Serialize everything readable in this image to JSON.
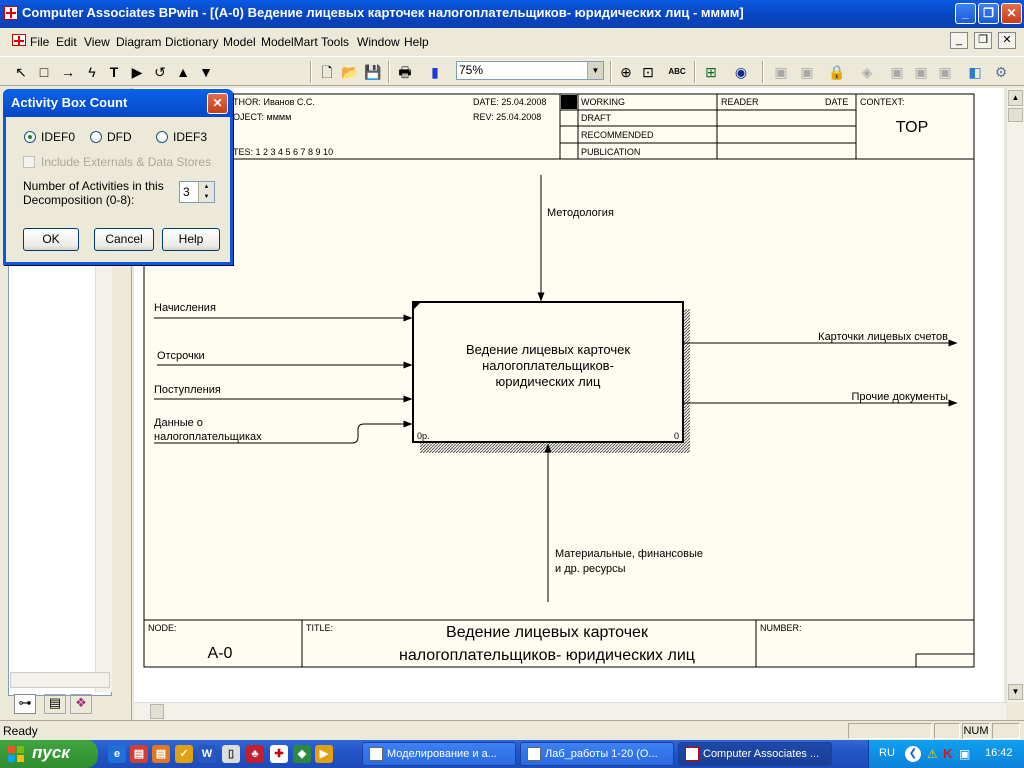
{
  "window": {
    "title": "Computer Associates BPwin - [(A-0) Ведение лицевых карточек налогоплательщиков- юридических лиц  - мммм]",
    "min_glyph": "_",
    "max_glyph": "❐",
    "close_glyph": "✕"
  },
  "menu": [
    "File",
    "Edit",
    "View",
    "Diagram",
    "Dictionary",
    "Model",
    "ModelMart",
    "Tools",
    "Window",
    "Help"
  ],
  "mdi": {
    "min_glyph": "_",
    "max_glyph": "❐",
    "close_glyph": "✕"
  },
  "toolbar": {
    "zoom": "75%",
    "tools": {
      "pointer": "↖",
      "box": "□",
      "arrow": "→",
      "squiggle": "ϟ",
      "text": "T",
      "play": "▶",
      "undo": "↺",
      "up": "▲",
      "down": "▼",
      "new": "🗋",
      "open": "📂",
      "save": "💾",
      "print": "🖶",
      "color": "▮",
      "zoomin": "⊕",
      "zoomfit": "⊡",
      "spell": "ABC",
      "explorer": "⊞",
      "model": "◉"
    }
  },
  "dialog": {
    "title": "Activity Box Count",
    "options": {
      "idef0": "IDEF0",
      "dfd": "DFD",
      "idef3": "IDEF3"
    },
    "selected": "IDEF0",
    "include_label": "Include Externals & Data Stores",
    "count_label_1": "Number of Activities in this",
    "count_label_2": "Decomposition (0-8):",
    "count_value": "3",
    "ok": "OK",
    "cancel": "Cancel",
    "help": "Help"
  },
  "diagram": {
    "header": {
      "author": "THOR:  Иванов С.С.",
      "project": "OJECT:  мммм",
      "notes": "TES:  1  2  3  4  5  6  7  8  9  10",
      "date": "DATE: 25.04.2008",
      "rev": "REV:   25.04.2008",
      "status": [
        "WORKING",
        "DRAFT",
        "RECOMMENDED",
        "PUBLICATION"
      ],
      "reader": "READER",
      "reader_date": "DATE",
      "context": "CONTEXT:",
      "context_value": "TOP"
    },
    "activity": {
      "lines": [
        "Ведение лицевых карточек",
        "налогоплательщиков-",
        "юридических лиц"
      ],
      "left_code": "0р.",
      "right_code": "0"
    },
    "control": "Методология",
    "inputs": [
      "Начисления",
      "Отсрочки",
      "Поступления",
      "Данные о",
      "налогоплательщиках"
    ],
    "outputs": [
      "Карточки лицевых счетов",
      "Прочие документы"
    ],
    "mechanism": [
      "Материальные, финансовые",
      "и др. ресурсы"
    ],
    "footer": {
      "node_label": "NODE:",
      "node_value": "A-0",
      "title_label": "TITLE:",
      "title_lines": [
        "Ведение лицевых карточек",
        "налогоплательщиков- юридических лиц"
      ],
      "number_label": "NUMBER:"
    }
  },
  "status": {
    "text": "Ready",
    "num": "NUM"
  },
  "taskbar": {
    "start": "пуск",
    "tasks": [
      "Моделирование и а...",
      "Лаб_работы 1-20 (О...",
      "Computer Associates ..."
    ],
    "lang": "RU",
    "clock": "16:42"
  }
}
